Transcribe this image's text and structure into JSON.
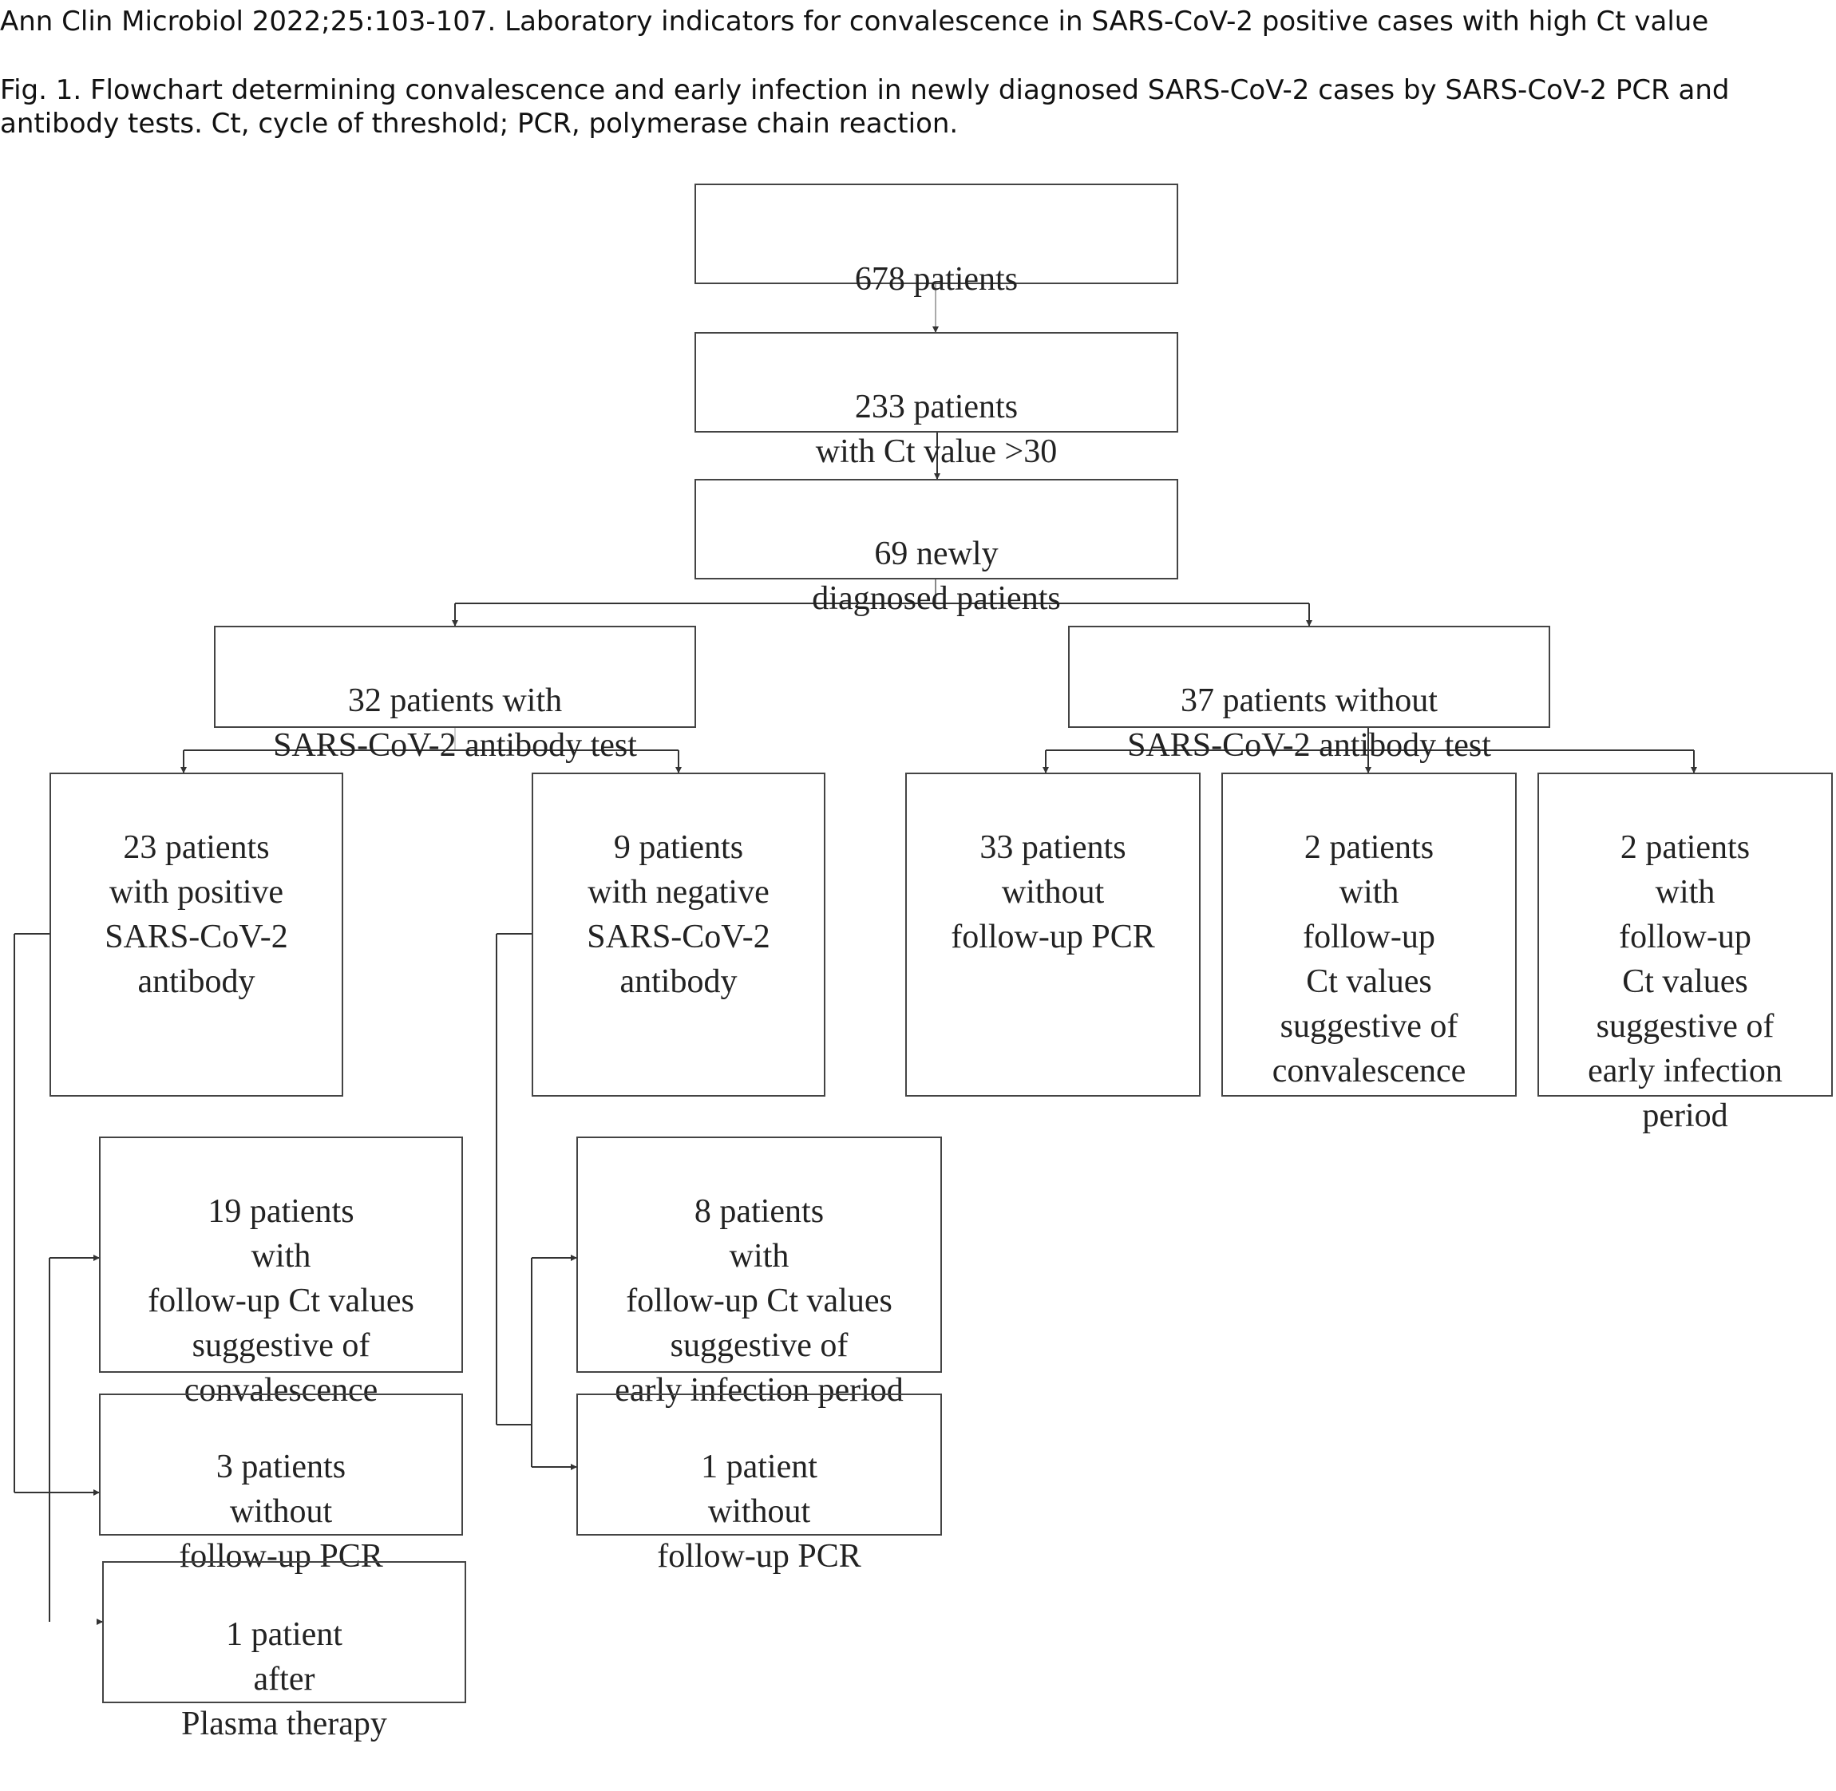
{
  "header": "Ann Clin Microbiol 2022;25:103-107. Laboratory indicators for convalescence in SARS-CoV-2 positive cases with high Ct value",
  "caption": "Fig. 1. Flowchart determining convalescence and early infection in newly diagnosed SARS-CoV-2 cases by SARS-CoV-2 PCR and antibody tests. Ct, cycle of threshold; PCR, polymerase chain reaction.",
  "flowchart": {
    "all_patients": "678 patients",
    "high_ct": "233 patients\nwith Ct value >30",
    "newly_diagnosed": "69 newly\ndiagnosed patients",
    "with_antibody_test": "32 patients with\nSARS-CoV-2 antibody test",
    "without_antibody_test": "37 patients without\nSARS-CoV-2 antibody test",
    "positive_antibody": "23 patients\nwith positive\nSARS-CoV-2\nantibody",
    "negative_antibody": "9 patients\nwith negative\nSARS-CoV-2\nantibody",
    "no_test_no_followup": "33 patients\nwithout\nfollow-up PCR",
    "no_test_convalescence": "2 patients\nwith\nfollow-up\nCt values\nsuggestive of\nconvalescence",
    "no_test_early_infection": "2 patients\nwith\nfollow-up\nCt values\nsuggestive of\nearly infection\nperiod",
    "pos_convalescence": "19 patients\nwith\nfollow-up Ct values\nsuggestive of\nconvalescence",
    "pos_no_followup": "3 patients\nwithout\nfollow-up PCR",
    "pos_plasma": "1 patient\nafter\nPlasma therapy",
    "neg_early_infection": "8 patients\nwith\nfollow-up Ct values\nsuggestive of\nearly infection period",
    "neg_no_followup": "1 patient\nwithout\nfollow-up PCR"
  }
}
